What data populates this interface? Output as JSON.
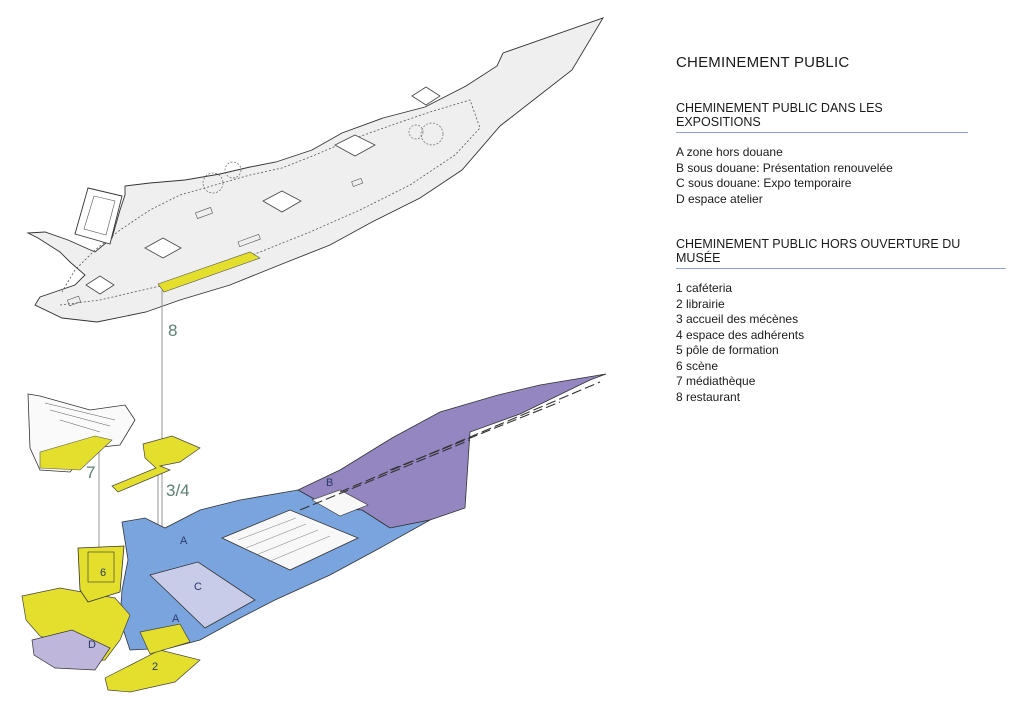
{
  "legend": {
    "title": "CHEMINEMENT PUBLIC",
    "sections": [
      {
        "title": "CHEMINEMENT PUBLIC DANS LES EXPOSITIONS",
        "items": [
          "A zone hors douane",
          "B sous douane: Présentation renouvelée",
          "C sous douane: Expo temporaire",
          "D espace atelier"
        ]
      },
      {
        "title": "CHEMINEMENT PUBLIC HORS OUVERTURE DU MUSÉE",
        "items": [
          "1  caféteria",
          "2  librairie",
          "3 accueil des mécènes",
          "4 espace des adhérents",
          "5 pôle de formation",
          "6 scène",
          "7 médiathèque",
          "8 restaurant"
        ]
      }
    ]
  },
  "diagram": {
    "callouts": [
      "8",
      "7",
      "3/4"
    ],
    "zone_labels": [
      "A",
      "C",
      "A",
      "D",
      "B",
      "6",
      "2"
    ],
    "colors": {
      "line": "#333333",
      "zone_a": "#7aa4dd",
      "zone_b": "#9486c0",
      "zone_c": "#c9cce8",
      "zone_d": "#bfb7db",
      "services": "#e3df2c",
      "upper_fill": "#efefef",
      "connector": "#8a8a8a",
      "callout_text": "#5d7f74"
    }
  }
}
